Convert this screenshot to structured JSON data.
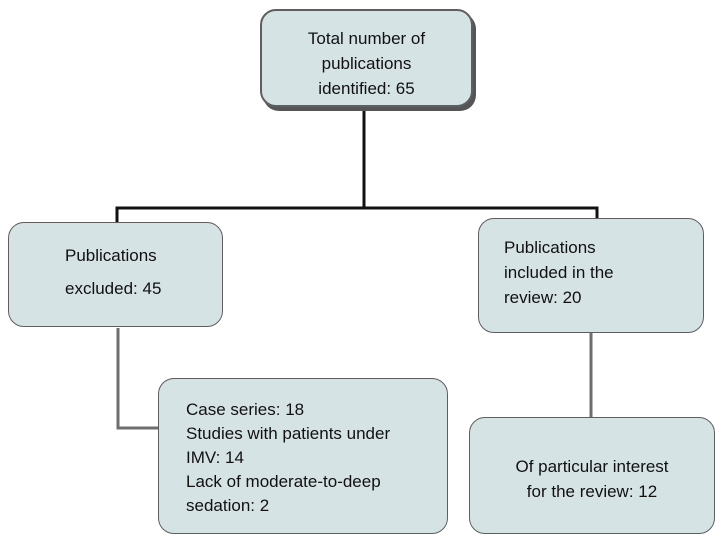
{
  "colors": {
    "box_fill": "#d6e3e5",
    "box_border": "#5e5e5e",
    "connector": "#111111",
    "connector_grey": "#6e6e6e"
  },
  "boxes": {
    "total": "Total number of\npublications\nidentified: 65",
    "excluded": {
      "line1": "Publications",
      "line2": "excluded: 45"
    },
    "included": "Publications\nincluded in the\nreview: 20",
    "reasons": "Case series: 18\nStudies with patients under\nIMV: 14\nLack of moderate-to-deep\nsedation: 2",
    "interest": "Of particular interest\nfor the review: 12"
  }
}
